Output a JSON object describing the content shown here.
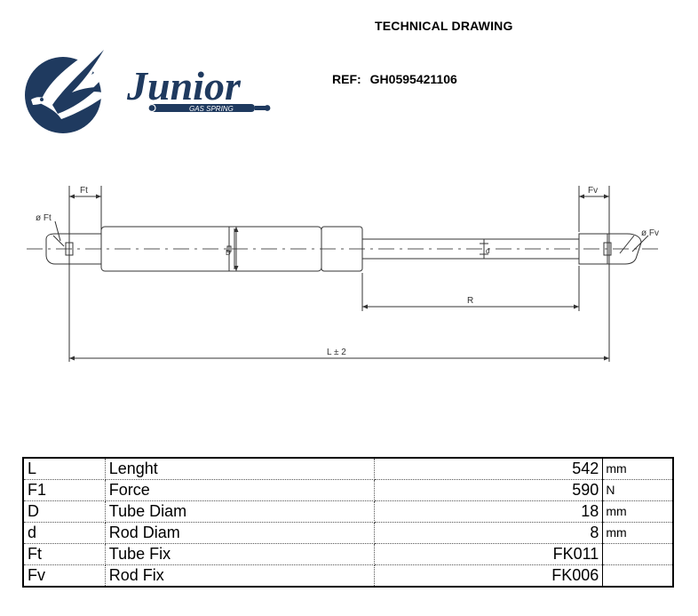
{
  "header": {
    "title": "TECHNICAL DRAWING",
    "ref_label": "REF:",
    "ref_value": "GH0595421106"
  },
  "logo": {
    "brand": "Junior",
    "tagline": "GAS SPRING",
    "brand_color": "#1f3a5f"
  },
  "drawing": {
    "labels": {
      "ft_top": "Ft",
      "fv_top": "Fv",
      "phi_ft": "ø Ft",
      "phi_fv": "ø Fv",
      "tube_d": "D",
      "rod_d": "d",
      "r": "R",
      "l": "L ± 2"
    }
  },
  "specs": {
    "rows": [
      {
        "code": "L",
        "name": "Lenght",
        "value": "542",
        "unit": "mm"
      },
      {
        "code": "F1",
        "name": "Force",
        "value": "590",
        "unit": "N"
      },
      {
        "code": "D",
        "name": "Tube Diam",
        "value": "18",
        "unit": "mm"
      },
      {
        "code": "d",
        "name": "Rod Diam",
        "value": "8",
        "unit": "mm"
      },
      {
        "code": "Ft",
        "name": "Tube Fix",
        "value": "FK011",
        "unit": ""
      },
      {
        "code": "Fv",
        "name": "Rod Fix",
        "value": "FK006",
        "unit": ""
      }
    ]
  }
}
